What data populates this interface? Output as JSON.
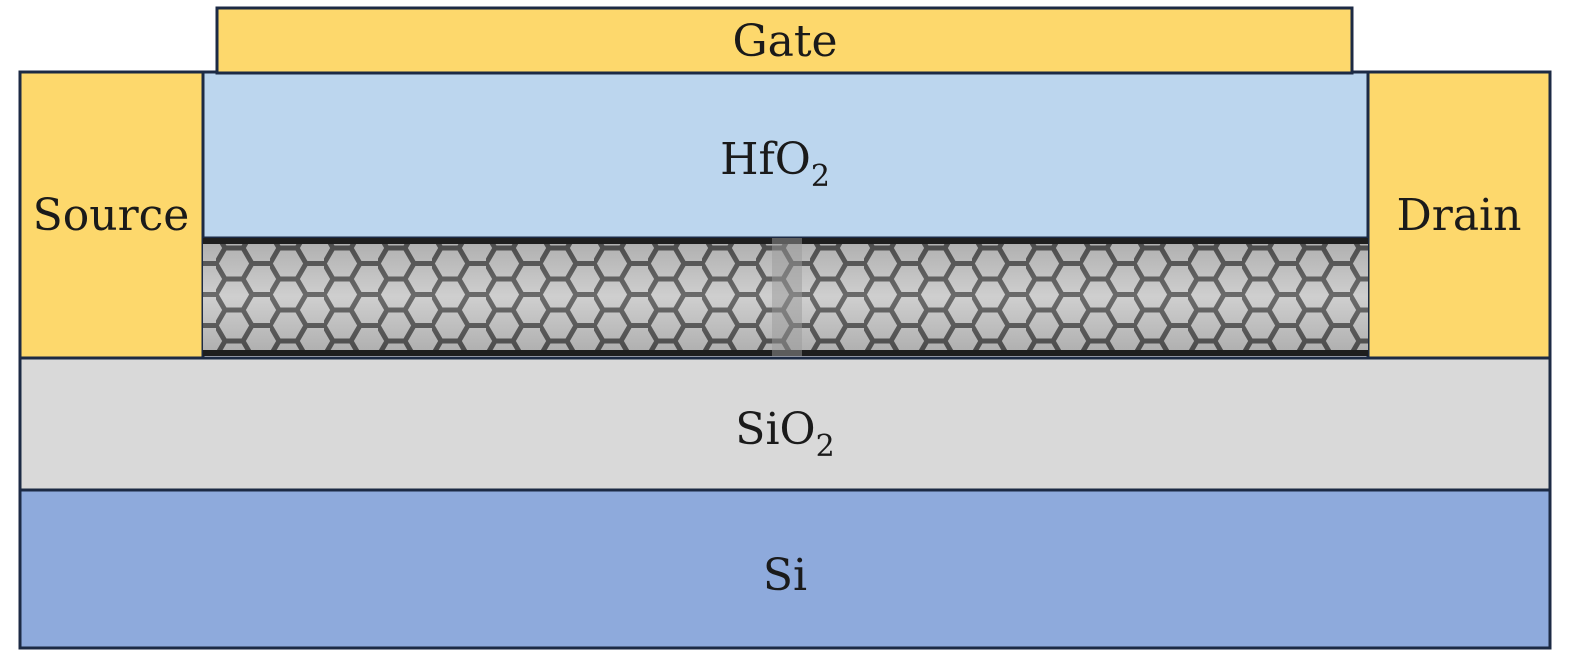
{
  "layers": {
    "gate": {
      "label": "Gate"
    },
    "hfo2": {
      "label": "HfO",
      "subscript": "2"
    },
    "source": {
      "label": "Source"
    },
    "drain": {
      "label": "Drain"
    },
    "sio2": {
      "label": "SiO",
      "subscript": "2"
    },
    "si": {
      "label": "Si"
    }
  },
  "colors": {
    "metal": "#fdd86c",
    "hfo2": "#bcd6ee",
    "sio2": "#d9d9d9",
    "si": "#8eaadc",
    "outline": "#1c2a44",
    "nanotube": "#6b6b6b"
  },
  "icons": {
    "channel": "carbon-nanotube-icon"
  }
}
